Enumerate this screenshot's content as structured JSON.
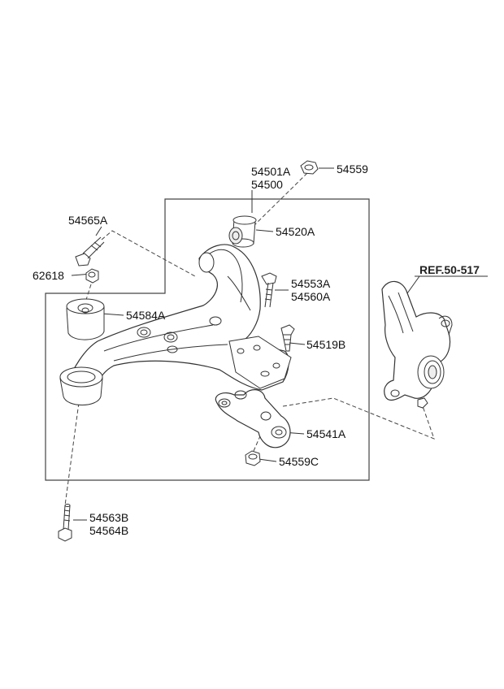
{
  "parts": {
    "p54559": "54559",
    "p54501A": "54501A",
    "p54500": "54500",
    "p54565A": "54565A",
    "p54520A": "54520A",
    "p62618": "62618",
    "p54553A": "54553A",
    "p54560A": "54560A",
    "p54584A": "54584A",
    "p54519B": "54519B",
    "p54541A": "54541A",
    "p54559C": "54559C",
    "p54563B": "54563B",
    "p54564B": "54564B"
  },
  "reference": {
    "label": "REF.50-517"
  },
  "colors": {
    "line": "#333333",
    "fill": "#ffffff",
    "shade": "#d8d8d8"
  }
}
